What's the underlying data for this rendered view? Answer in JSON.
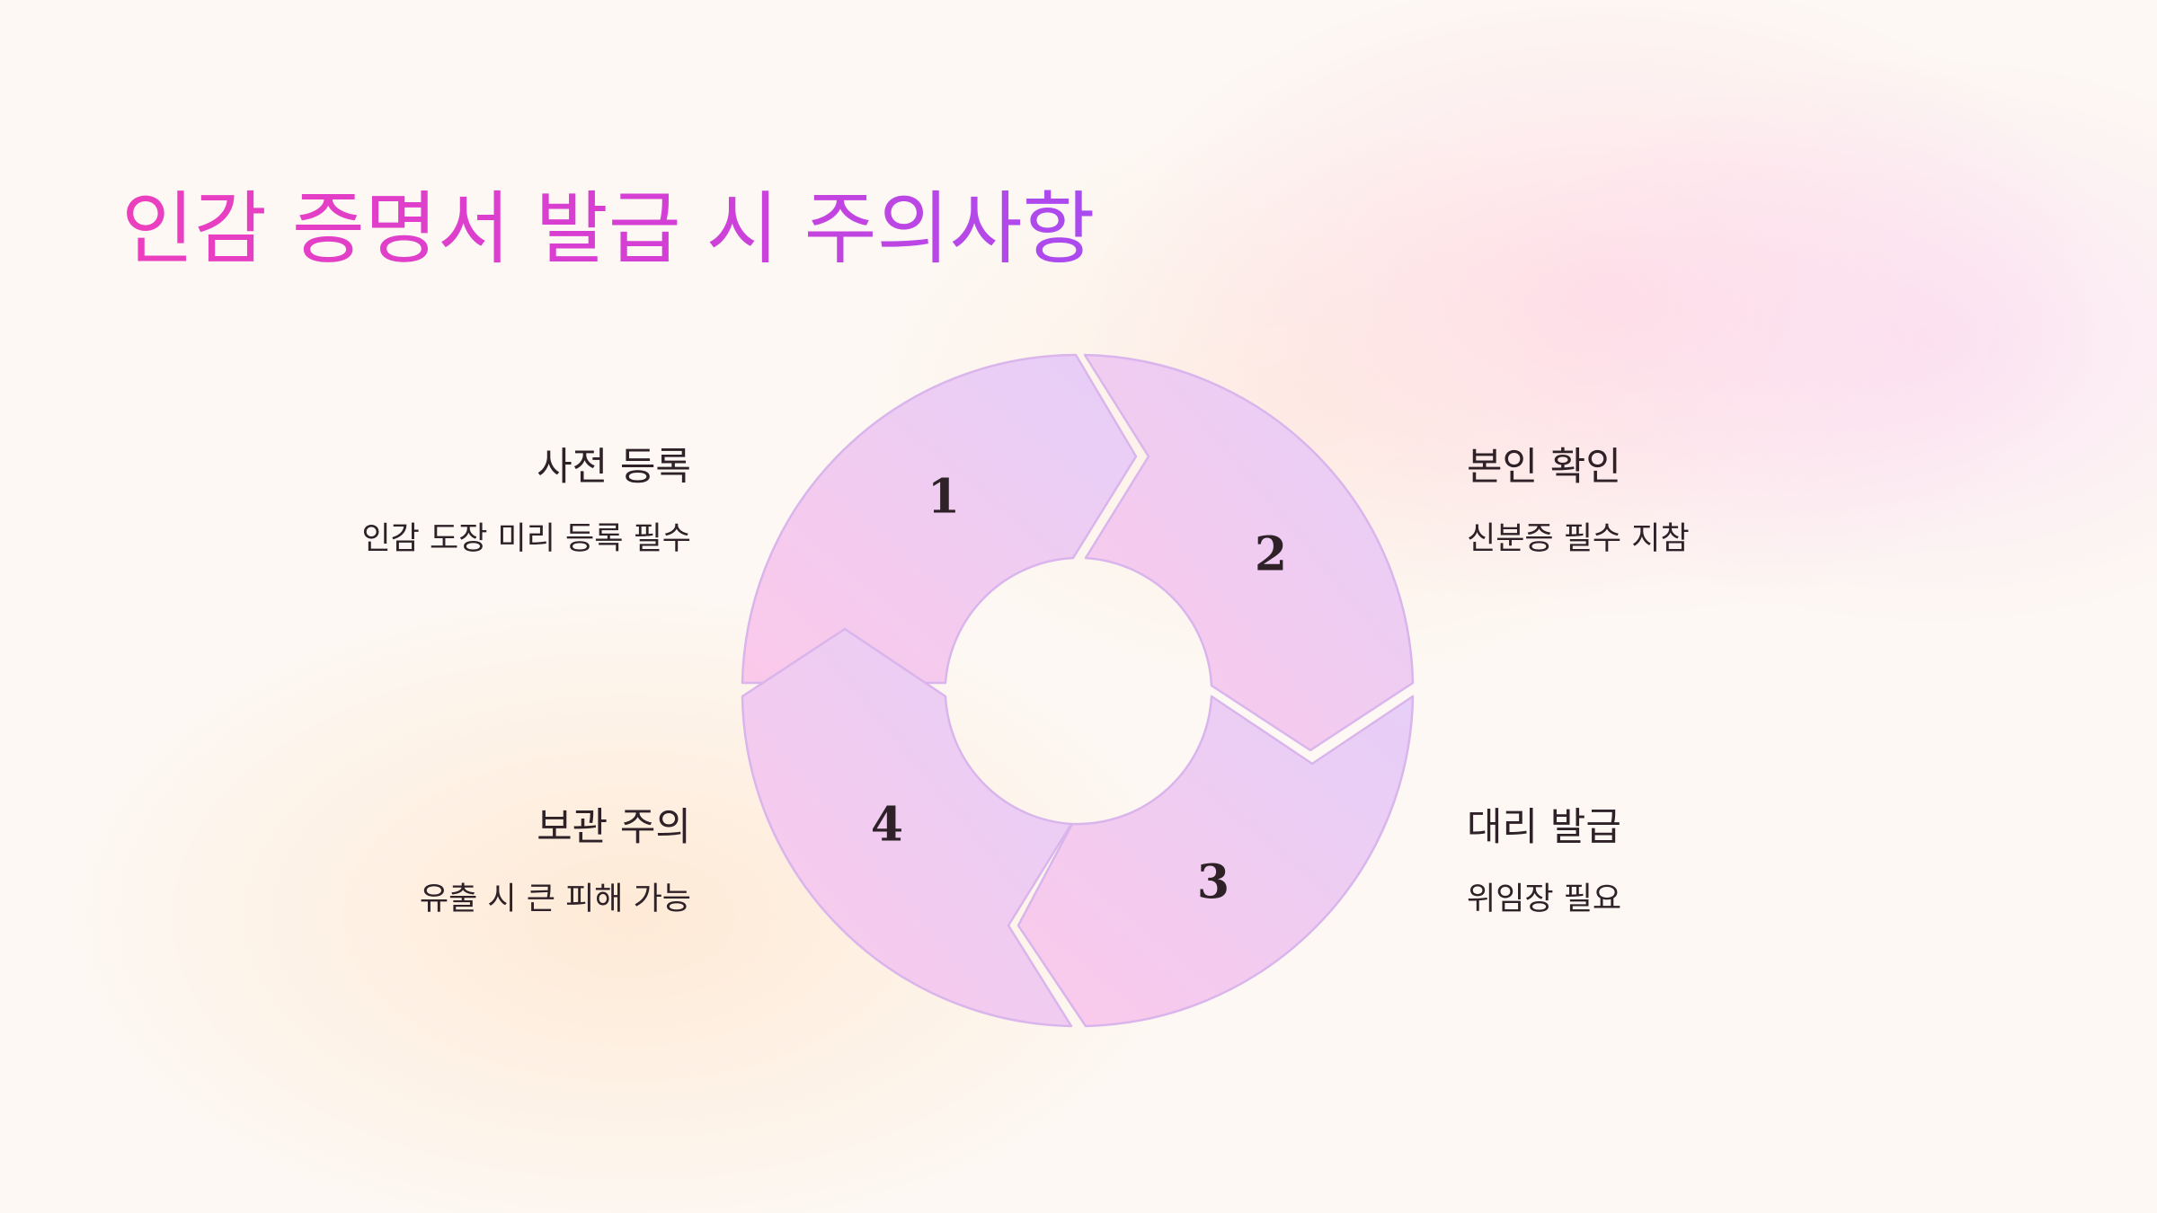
{
  "title": "인감 증명서 발급 시 주의사항",
  "steps": [
    {
      "number": "1",
      "heading": "사전 등록",
      "description": "인감 도장 미리 등록 필수"
    },
    {
      "number": "2",
      "heading": "본인 확인",
      "description": "신분증 필수 지참"
    },
    {
      "number": "3",
      "heading": "대리 발급",
      "description": "위임장 필요"
    },
    {
      "number": "4",
      "heading": "보관 주의",
      "description": "유출 시 큰 피해 가능"
    }
  ],
  "colors": {
    "title_gradient_start": "#ec3fbe",
    "title_gradient_end": "#a94bf0",
    "segment_fill_pink": "#fbc9ea",
    "segment_fill_lavender": "#e6cff8",
    "segment_stroke": "#d9b5ec"
  }
}
